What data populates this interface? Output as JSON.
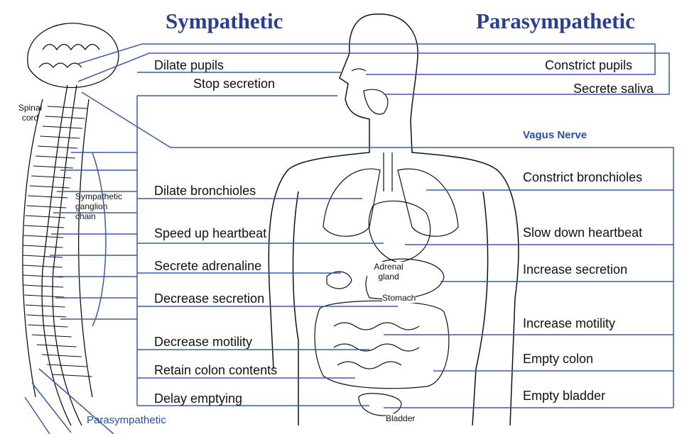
{
  "titles": {
    "sympathetic": "Sympathetic",
    "parasympathetic": "Parasympathetic"
  },
  "sympathetic_effects": [
    "Dilate pupils",
    "Stop secretion",
    "Dilate bronchioles",
    "Speed up heartbeat",
    "Secrete adrenaline",
    "Decrease secretion",
    "Decrease motility",
    "Retain colon contents",
    "Delay emptying"
  ],
  "parasympathetic_effects": [
    "Constrict pupils",
    "Secrete saliva",
    "Constrict bronchioles",
    "Slow down heartbeat",
    "Increase secretion",
    "Increase motility",
    "Empty colon",
    "Empty bladder"
  ],
  "labels": {
    "vagus": "Vagus Nerve",
    "spinal_cord": "Spinal cord",
    "ganglion": "Sympathetic ganglion chain",
    "adrenal": "Adrenal gland",
    "stomach": "Stomach",
    "bladder": "Bladder",
    "parasympathetic_bottom": "Parasympathetic"
  },
  "colors": {
    "title": "#2b3f8e",
    "line": "#3b5ba5"
  }
}
